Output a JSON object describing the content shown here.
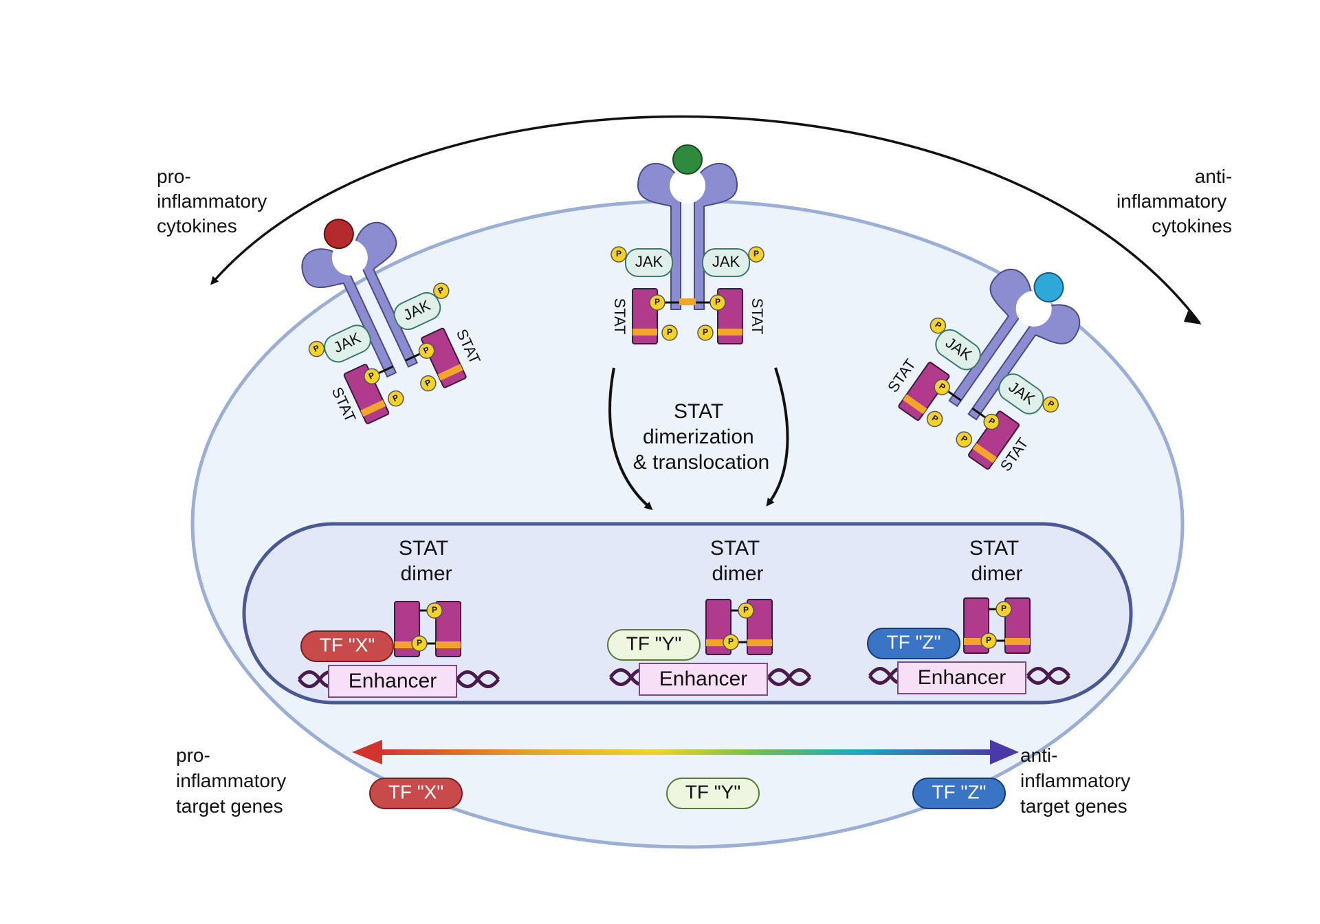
{
  "labels": {
    "pro_cytokines": [
      "pro-",
      "inflammatory",
      "cytokines"
    ],
    "anti_cytokines": [
      "anti-",
      "inflammatory",
      "cytokines"
    ],
    "dimerization": [
      "STAT",
      "dimerization",
      "& translocation"
    ],
    "stat_dimer": [
      "STAT",
      "dimer"
    ],
    "pro_targets": [
      "pro-",
      "inflammatory",
      "target genes"
    ],
    "anti_targets": [
      "anti-",
      "inflammatory",
      "target genes"
    ],
    "jak": "JAK",
    "stat": "STAT",
    "p": "P",
    "enhancer": "Enhancer"
  },
  "transcription_factors": [
    {
      "label": "TF \"X\"",
      "fill": "#c94a4a",
      "text_color": "#ffffff"
    },
    {
      "label": "TF \"Y\"",
      "fill": "#edf6df",
      "text_color": "#111111"
    },
    {
      "label": "TF \"Z\"",
      "fill": "#3a74c4",
      "text_color": "#ffffff"
    }
  ],
  "colors": {
    "cell_fill": "#edf3fb",
    "cell_stroke": "#9aaed6",
    "nucleus_fill": "#e3e8f8",
    "nucleus_stroke": "#4a5894",
    "receptor": "#8c8cd0",
    "jak": "#dff0ea",
    "stat": "#b03a8c",
    "phospho": "#f4d22a",
    "pro_ligand": "#b52a2a",
    "mid_ligand": "#2e8b3e",
    "anti_ligand": "#2ea8d8",
    "enhancer": "#f7dff6"
  }
}
